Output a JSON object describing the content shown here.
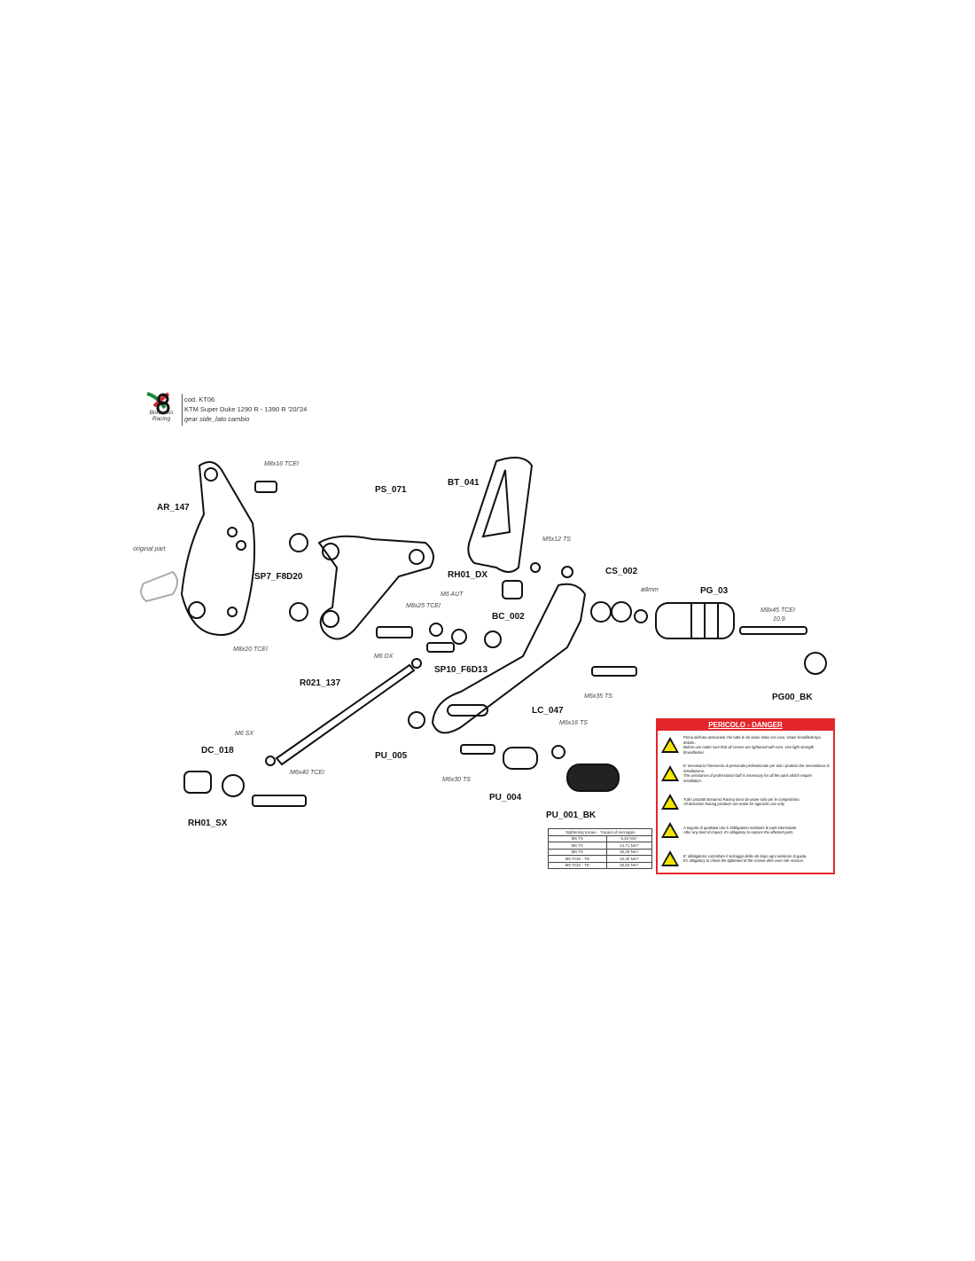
{
  "header": {
    "logo_text": "Bonamici Racing",
    "code": "cod. KT06",
    "model": "KTM Super Duke 1290 R - 1390 R '20/'24",
    "side": "gear side_lato cambio"
  },
  "parts": {
    "ar_147": "AR_147",
    "ps_071": "PS_071",
    "bt_041": "BT_041",
    "sp7_f8d20": "SP7_F8D20",
    "rh01_dx": "RH01_DX",
    "cs_002": "CS_002",
    "pg_03": "PG_03",
    "bc_002": "BC_002",
    "sp10_f6d13": "SP10_F6D13",
    "r021_137": "R021_137",
    "pg00_bk": "PG00_BK",
    "lc_047": "LC_047",
    "dc_018": "DC_018",
    "pu_005": "PU_005",
    "pu_004": "PU_004",
    "pu_001_bk": "PU_001_BK",
    "rh01_sx": "RH01_SX"
  },
  "hardware": {
    "m8x16": "M8x16 TCEI",
    "original": "original part",
    "m8x25": "M8x25 TCEI",
    "m6aut": "M6 AUT",
    "m5x12": "M5x12 TS",
    "d8": "ø8mm",
    "m8x45": "M8x45 TCEI",
    "m8x45_grade": "10.9",
    "m8x20": "M8x20 TCEI",
    "m6dx": "M6 DX",
    "m6x35": "M6x35 TS",
    "m6sx": "M6 SX",
    "m6x16": "M6x16 TS",
    "m6x40": "M6x40 TCEI",
    "m6x30": "M6x30 TS"
  },
  "danger": {
    "title": "PERICOLO - DANGER",
    "warnings": [
      {
        "it": "Prima dell'uso assicurarsi che tutte le viti siano tirate con cura. Usare frenafiletti tipo debole.",
        "en": "Before use make sure that all screws are tightened with care. Use light strength threadlocker."
      },
      {
        "it": "E' necessario l'intervento di personale professionale per tutti i prodotti che necessitano di installazione.",
        "en": "The assistance of professional staff is necessary for all the parts which require installation."
      },
      {
        "it": "Tutti i prodotti Bonamici Racing sono da usare solo per le competizioni.",
        "en": "All Bonamici Racing products are made for agonistic use only."
      },
      {
        "it": "A seguito di qualsiasi urto è obbligatorio sostituire le parti interessate.",
        "en": "After any kind of impact, it's obligatory to replace the affected parts."
      },
      {
        "it": "E' obbligatorio controllare il serraggio delle viti dopo ogni sessione di guida.",
        "en": "It's obligatory to check the tightened of the screws after ever ride session."
      }
    ]
  },
  "torque": {
    "header": "*tightening torque - *coppia di serraggio",
    "rows": [
      [
        "M5 TS",
        "8,40 Nm*"
      ],
      [
        "M6 TS",
        "14,71 Nm*"
      ],
      [
        "M8 TS",
        "35,30 Nm*"
      ],
      [
        "M6 TCEI - TB",
        "10,30 Nm*"
      ],
      [
        "M8 TCEI - TB",
        "25,50 Nm*"
      ]
    ]
  },
  "colors": {
    "danger": "#e3262c",
    "warning_yellow": "#f2e600",
    "logo_green": "#1a8a3a",
    "logo_red": "#d9232e"
  }
}
